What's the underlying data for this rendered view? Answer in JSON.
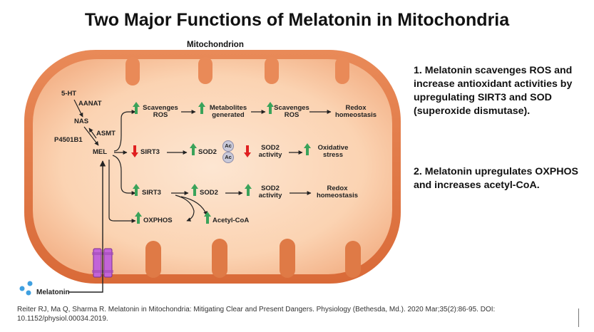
{
  "title": "Two Major Functions of Melatonin in Mitochondria",
  "mitochondrion_label": "Mitochondrion",
  "synthesis": {
    "serotonin": "5-HT",
    "aanat": "AANAT",
    "nas": "NAS",
    "asmt": "ASMT",
    "p4501b1": "P4501B1",
    "mel": "MEL"
  },
  "row1": {
    "scavenges_ros_1": "Scavenges\nROS",
    "metabolites_generated": "Metabolites\ngenerated",
    "scavenges_ros_2": "Scavenges\nROS",
    "redox_homeostasis": "Redox\nhomeostasis"
  },
  "row2": {
    "sirt3": "SIRT3",
    "sod2": "SOD2",
    "ac_top": "Ac",
    "ac_bottom": "Ac",
    "sod2_activity": "SOD2\nactivity",
    "oxidative_stress": "Oxidative\nstress"
  },
  "row3": {
    "sirt3": "SIRT3",
    "sod2": "SOD2",
    "sod2_activity": "SOD2\nactivity",
    "redox_homeostasis": "Redox\nhomeostasis"
  },
  "row4": {
    "oxphos": "OXPHOS",
    "acetyl_coa": "Acetyl-CoA"
  },
  "points": [
    "1. Melatonin scavenges ROS and increase antioxidant activities by upregulating SIRT3 and SOD (superoxide dismutase).",
    "2. Melatonin upregulates OXPHOS and increases acetyl-CoA."
  ],
  "melatonin_label": "Melatonin",
  "citation": "Reiter RJ, Ma Q, Sharma R. Melatonin in Mitochondria: Mitigating Clear and Present Dangers. Physiology (Bethesda, Md.). 2020 Mar;35(2):86-95. DOI: 10.1152/physiol.00034.2019.",
  "colors": {
    "outer_membrane": "#e07a48",
    "inner_fill": "#fbd0ad",
    "up_arrow": "#3aa35a",
    "down_arrow": "#e02020",
    "channel": "#c264d8"
  }
}
